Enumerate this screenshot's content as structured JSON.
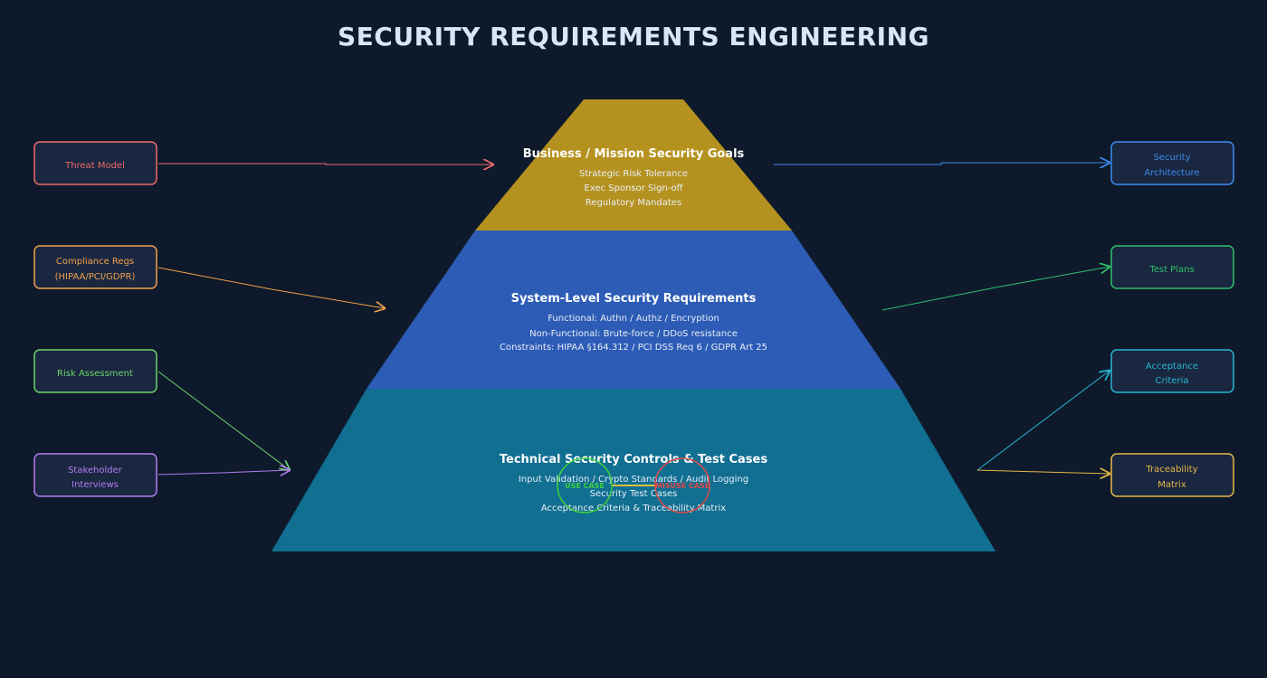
{
  "title": "SECURITY REQUIREMENTS ENGINEERING",
  "colors": {
    "background": "#0e1a2b",
    "box_fill": "#1a2740",
    "tier_top": "#b5921f",
    "tier_middle": "#2d5cb6",
    "tier_bottom": "#116f92"
  },
  "tiers": [
    {
      "title": "Business / Mission Security Goals",
      "lines": [
        "Strategic Risk Tolerance",
        "Exec Sponsor Sign-off",
        "Regulatory Mandates"
      ]
    },
    {
      "title": "System-Level Security Requirements",
      "lines": [
        "Functional: Authn / Authz / Encryption",
        "Non-Functional: Brute-force / DDoS resistance",
        "Constraints: HIPAA §164.312 / PCI DSS Req 6 / GDPR Art 25"
      ]
    },
    {
      "title": "Technical Security Controls & Test Cases",
      "lines": [
        "Input Validation / Crypto Standards / Audit Logging",
        "Security Test Cases",
        "Acceptance Criteria & Traceability Matrix"
      ]
    }
  ],
  "inputs": [
    {
      "lines": [
        "Threat Model"
      ],
      "color": "#ef6a6a"
    },
    {
      "lines": [
        "Compliance Regs",
        "(HIPAA/PCI/GDPR)"
      ],
      "color": "#f0a04b"
    },
    {
      "lines": [
        "Risk Assessment"
      ],
      "color": "#6bd36b"
    },
    {
      "lines": [
        "Stakeholder",
        "Interviews"
      ],
      "color": "#b37cf0"
    }
  ],
  "outputs": [
    {
      "lines": [
        "Security",
        "Architecture"
      ],
      "color": "#3d8cf0"
    },
    {
      "lines": [
        "Test Plans"
      ],
      "color": "#2fbf6a"
    },
    {
      "lines": [
        "Acceptance",
        "Criteria"
      ],
      "color": "#29b6d6"
    },
    {
      "lines": [
        "Traceability",
        "Matrix"
      ],
      "color": "#e6b84a"
    }
  ],
  "cases": {
    "use_case": "USE CASE",
    "misuse_case": "MISUSE CASE",
    "use_color": "#3fcf3f",
    "misuse_color": "#e04a4a",
    "link_color": "#d9c23a"
  }
}
